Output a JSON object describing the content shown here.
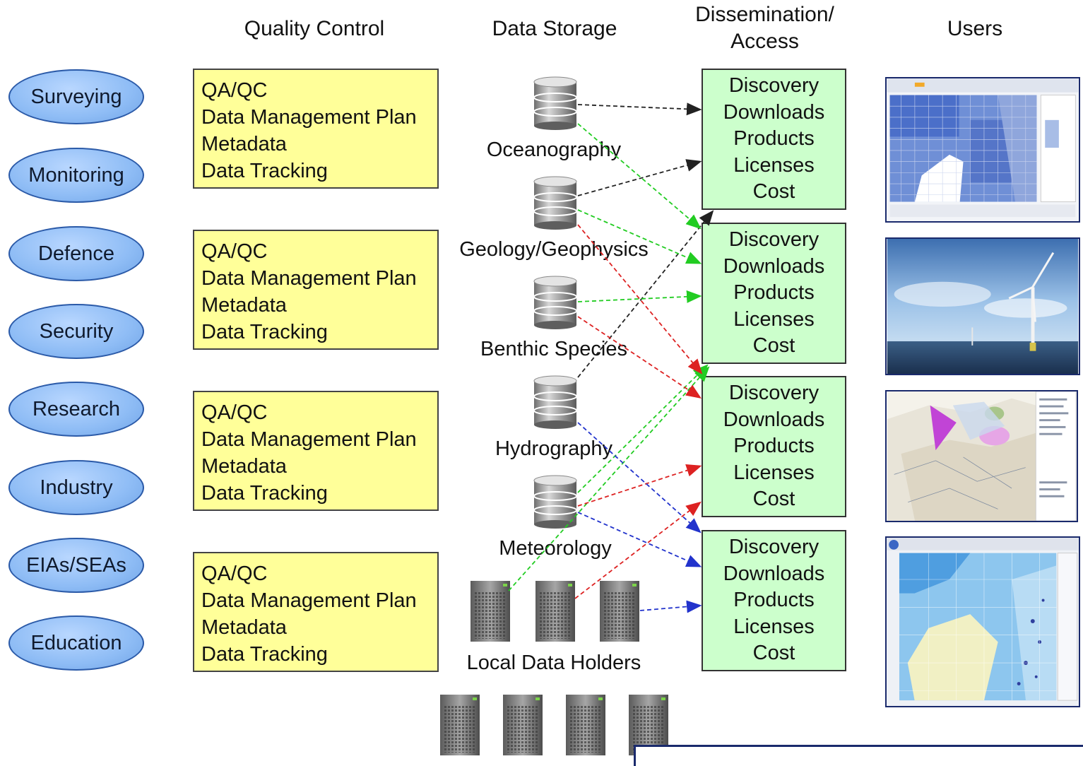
{
  "headers": {
    "quality_control": "Quality Control",
    "data_storage": "Data Storage",
    "dissemination": "Dissemination/\nAccess",
    "users": "Users"
  },
  "sources": [
    "Surveying",
    "Monitoring",
    "Defence",
    "Security",
    "Research",
    "Industry",
    "EIAs/SEAs",
    "Education"
  ],
  "qc_box": {
    "lines": [
      "QA/QC",
      "Data Management Plan",
      "Metadata",
      "Data Tracking"
    ]
  },
  "storage": {
    "labels": [
      "Oceanography",
      "Geology/Geophysics",
      "Benthic Species",
      "Hydrography",
      "Meteorology",
      "Local Data Holders"
    ]
  },
  "dissemination_box": {
    "lines": [
      "Discovery",
      "Downloads",
      "Products",
      "Licenses",
      "Cost"
    ]
  },
  "users": {
    "images": [
      "web-map-grid-screenshot",
      "offshore-wind-turbine-photo",
      "zoning-map-screenshot",
      "bathymetry-map-screenshot"
    ]
  },
  "colors": {
    "ellipse_fill": "#8ebcf5",
    "qc_fill": "#ffff99",
    "dissemination_fill": "#ccffcc",
    "arrow_black": "#222222",
    "arrow_green": "#22cc22",
    "arrow_red": "#dd2222",
    "arrow_blue": "#2233cc"
  }
}
